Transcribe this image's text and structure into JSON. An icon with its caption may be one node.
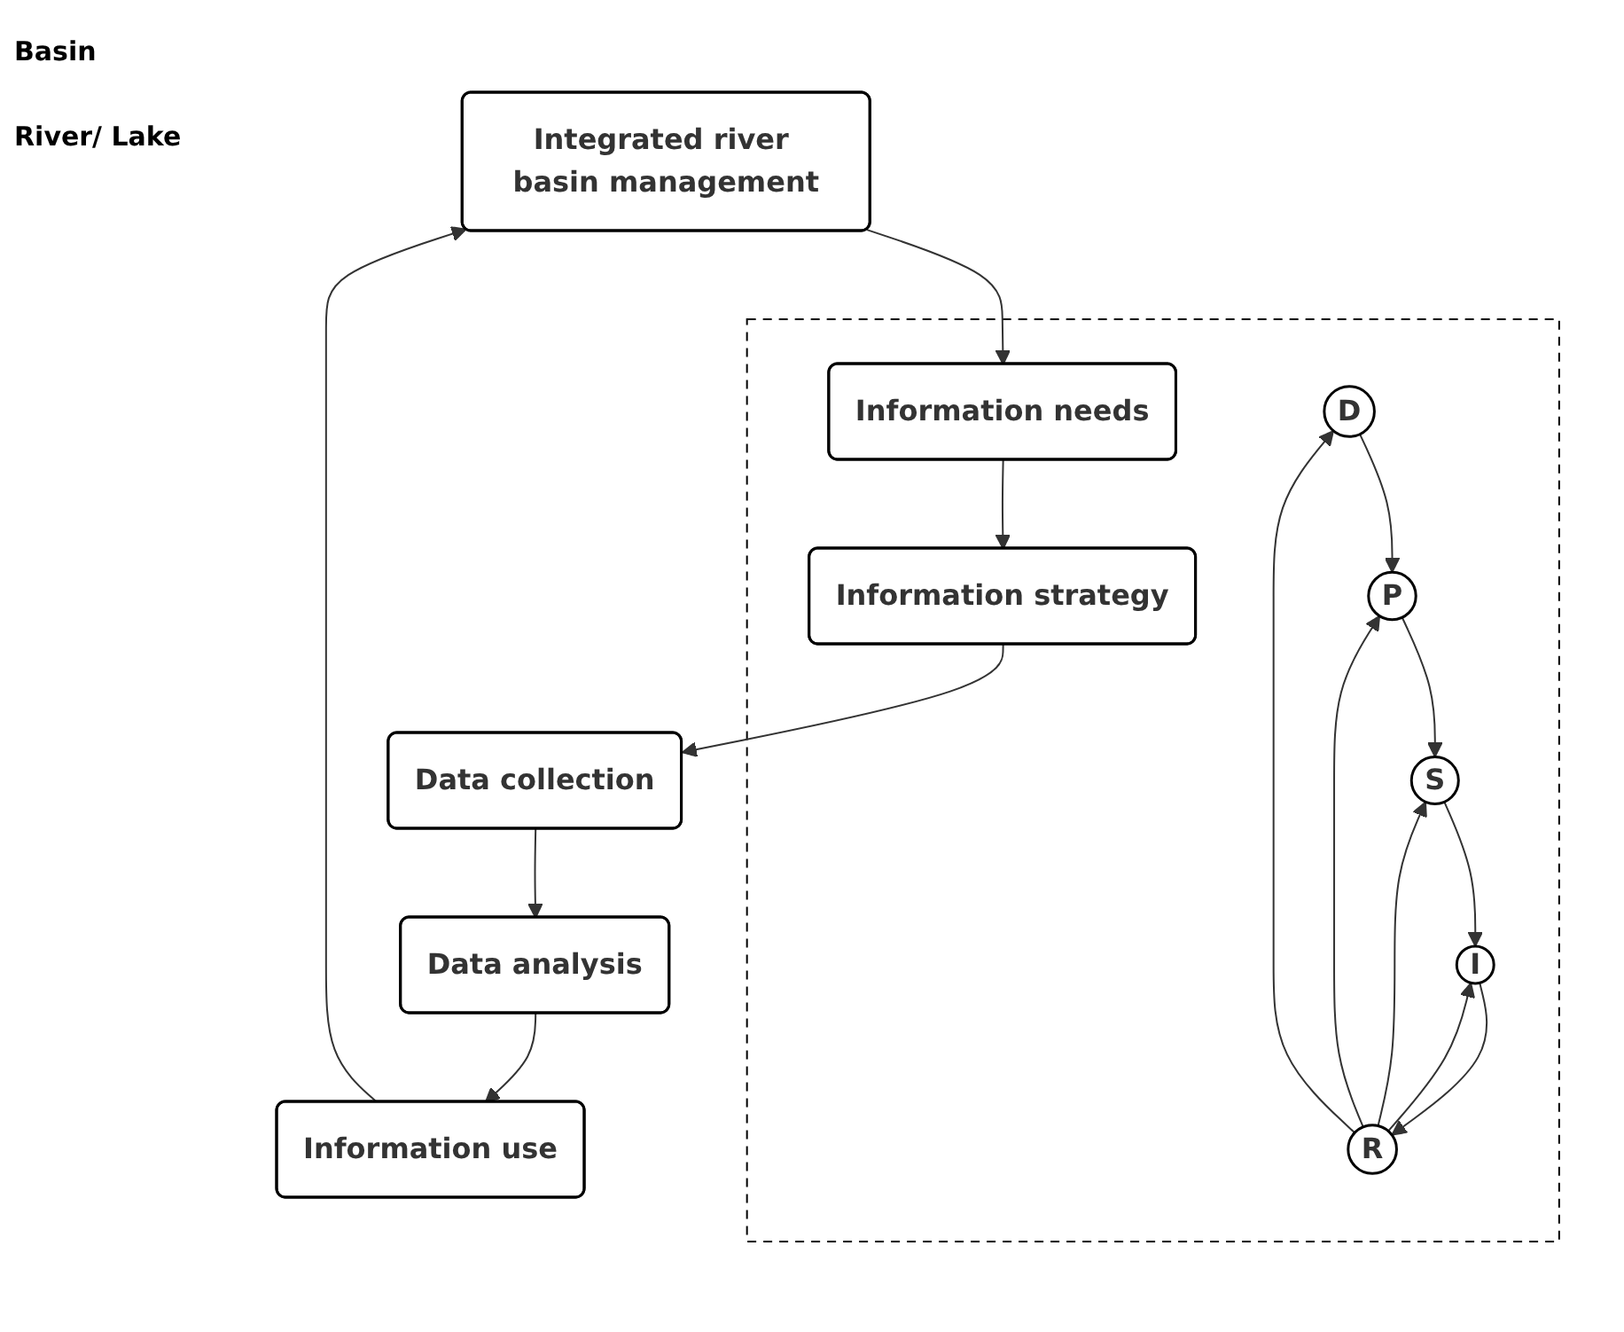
{
  "diagram": {
    "nodes": [
      {
        "text": [
          "Integrated river basin management"
        ]
      },
      {
        "text": [],
        "shape": "box"
      },
      {
        "text": [
          "Information needs"
        ],
        "in": 1
      },
      {
        "text": [
          "Information strategy"
        ],
        "in": 1
      },
      {
        "text": [
          "Data collection"
        ]
      },
      {
        "text": [
          "Data analysis"
        ]
      },
      {
        "text": [
          "Information use"
        ]
      },
      {
        "text": [
          "D"
        ],
        "in": 1
      },
      {
        "text": [
          "P"
        ],
        "in": 1
      },
      {
        "text": [
          "S"
        ],
        "in": 1
      },
      {
        "text": [
          "I"
        ],
        "in": 1
      },
      {
        "text": [
          "R"
        ],
        "in": 1
      }
    ],
    "edges": [
      {
        "from": 0,
        "to": 2,
        "arrow": "to"
      },
      {
        "from": 2,
        "to": 3,
        "arrow": "to"
      },
      {
        "from": 3,
        "to": 4,
        "arrow": "to"
      },
      {
        "from": 4,
        "to": 5,
        "arrow": "to"
      },
      {
        "from": 5,
        "to": 6,
        "arrow": "to"
      },
      {
        "from": 6,
        "to": 0,
        "arrow": "to"
      },
      {
        "from": 7,
        "to": 8,
        "arrow": "to"
      },
      {
        "from": 8,
        "to": 9,
        "arrow": "to"
      },
      {
        "from": 9,
        "to": 10,
        "arrow": "to"
      },
      {
        "from": 11,
        "to": 7,
        "arrow": "to"
      },
      {
        "from": 11,
        "to": 8,
        "arrow": "to"
      },
      {
        "from": 11,
        "to": 9,
        "arrow": "to"
      },
      {
        "from": 11,
        "to": 10,
        "arrow": "to"
      },
      {
        "from": 10,
        "to": 11,
        "arrow": "to"
      }
    ],
    "labels": [
      "Basin",
      "River/ Lake"
    ]
  }
}
